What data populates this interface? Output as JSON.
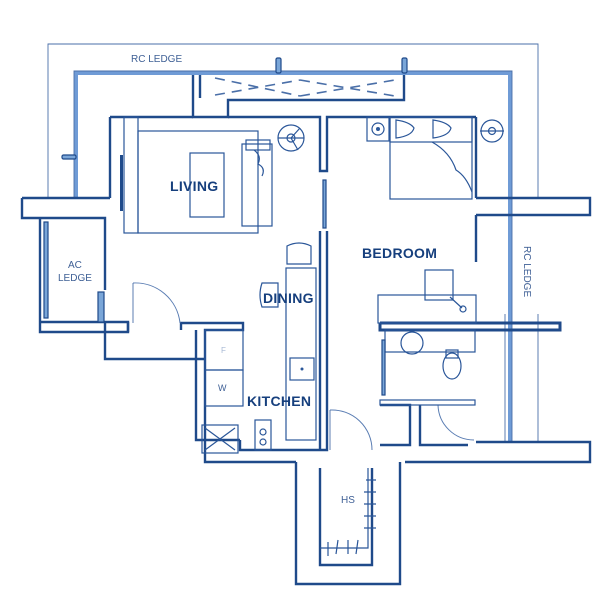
{
  "colors": {
    "wall": "#1f4a8a",
    "label": "#163f7d",
    "note": "#3e5f95",
    "window": "#7aa6d8",
    "background": "#ffffff"
  },
  "rooms": {
    "living": "LIVING",
    "dining": "DINING",
    "kitchen": "KITCHEN",
    "bedroom": "BEDROOM",
    "hs": "HS"
  },
  "notes": {
    "rc_ledge_top": "RC LEDGE",
    "rc_ledge_right": "RC LEDGE",
    "ac_ledge_line1": "AC",
    "ac_ledge_line2": "LEDGE",
    "washer": "W",
    "fridge": "F"
  }
}
